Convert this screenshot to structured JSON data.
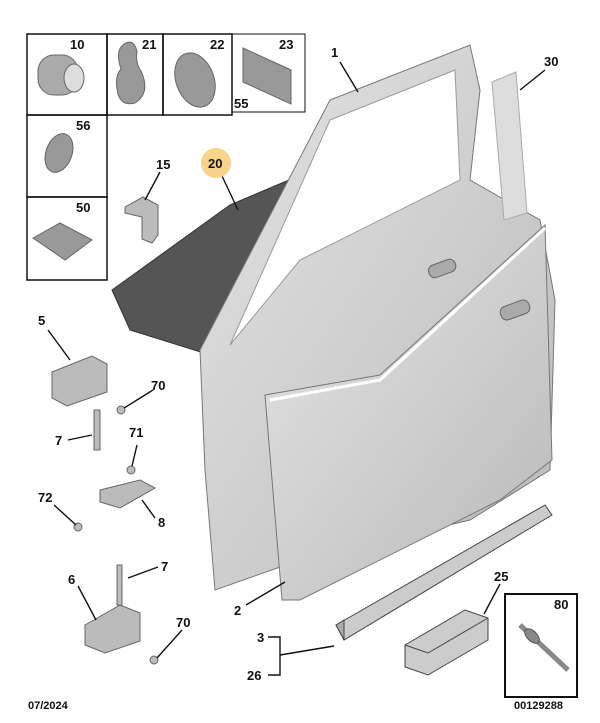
{
  "diagram": {
    "callouts": {
      "c10": "10",
      "c21": "21",
      "c22": "22",
      "c23": "23",
      "c55": "55",
      "c56": "56",
      "c50": "50",
      "c15": "15",
      "c20": "20",
      "c1": "1",
      "c30": "30",
      "c5": "5",
      "c70a": "70",
      "c7a": "7",
      "c71": "71",
      "c72": "72",
      "c8": "8",
      "c6": "6",
      "c7b": "7",
      "c70b": "70",
      "c2": "2",
      "c3": "3",
      "c26": "26",
      "c25": "25",
      "c80": "80"
    },
    "highlighted_callout": "20",
    "highlight_color": "#f8d48a",
    "footer": {
      "date": "07/2024",
      "reference": "00129288"
    }
  }
}
